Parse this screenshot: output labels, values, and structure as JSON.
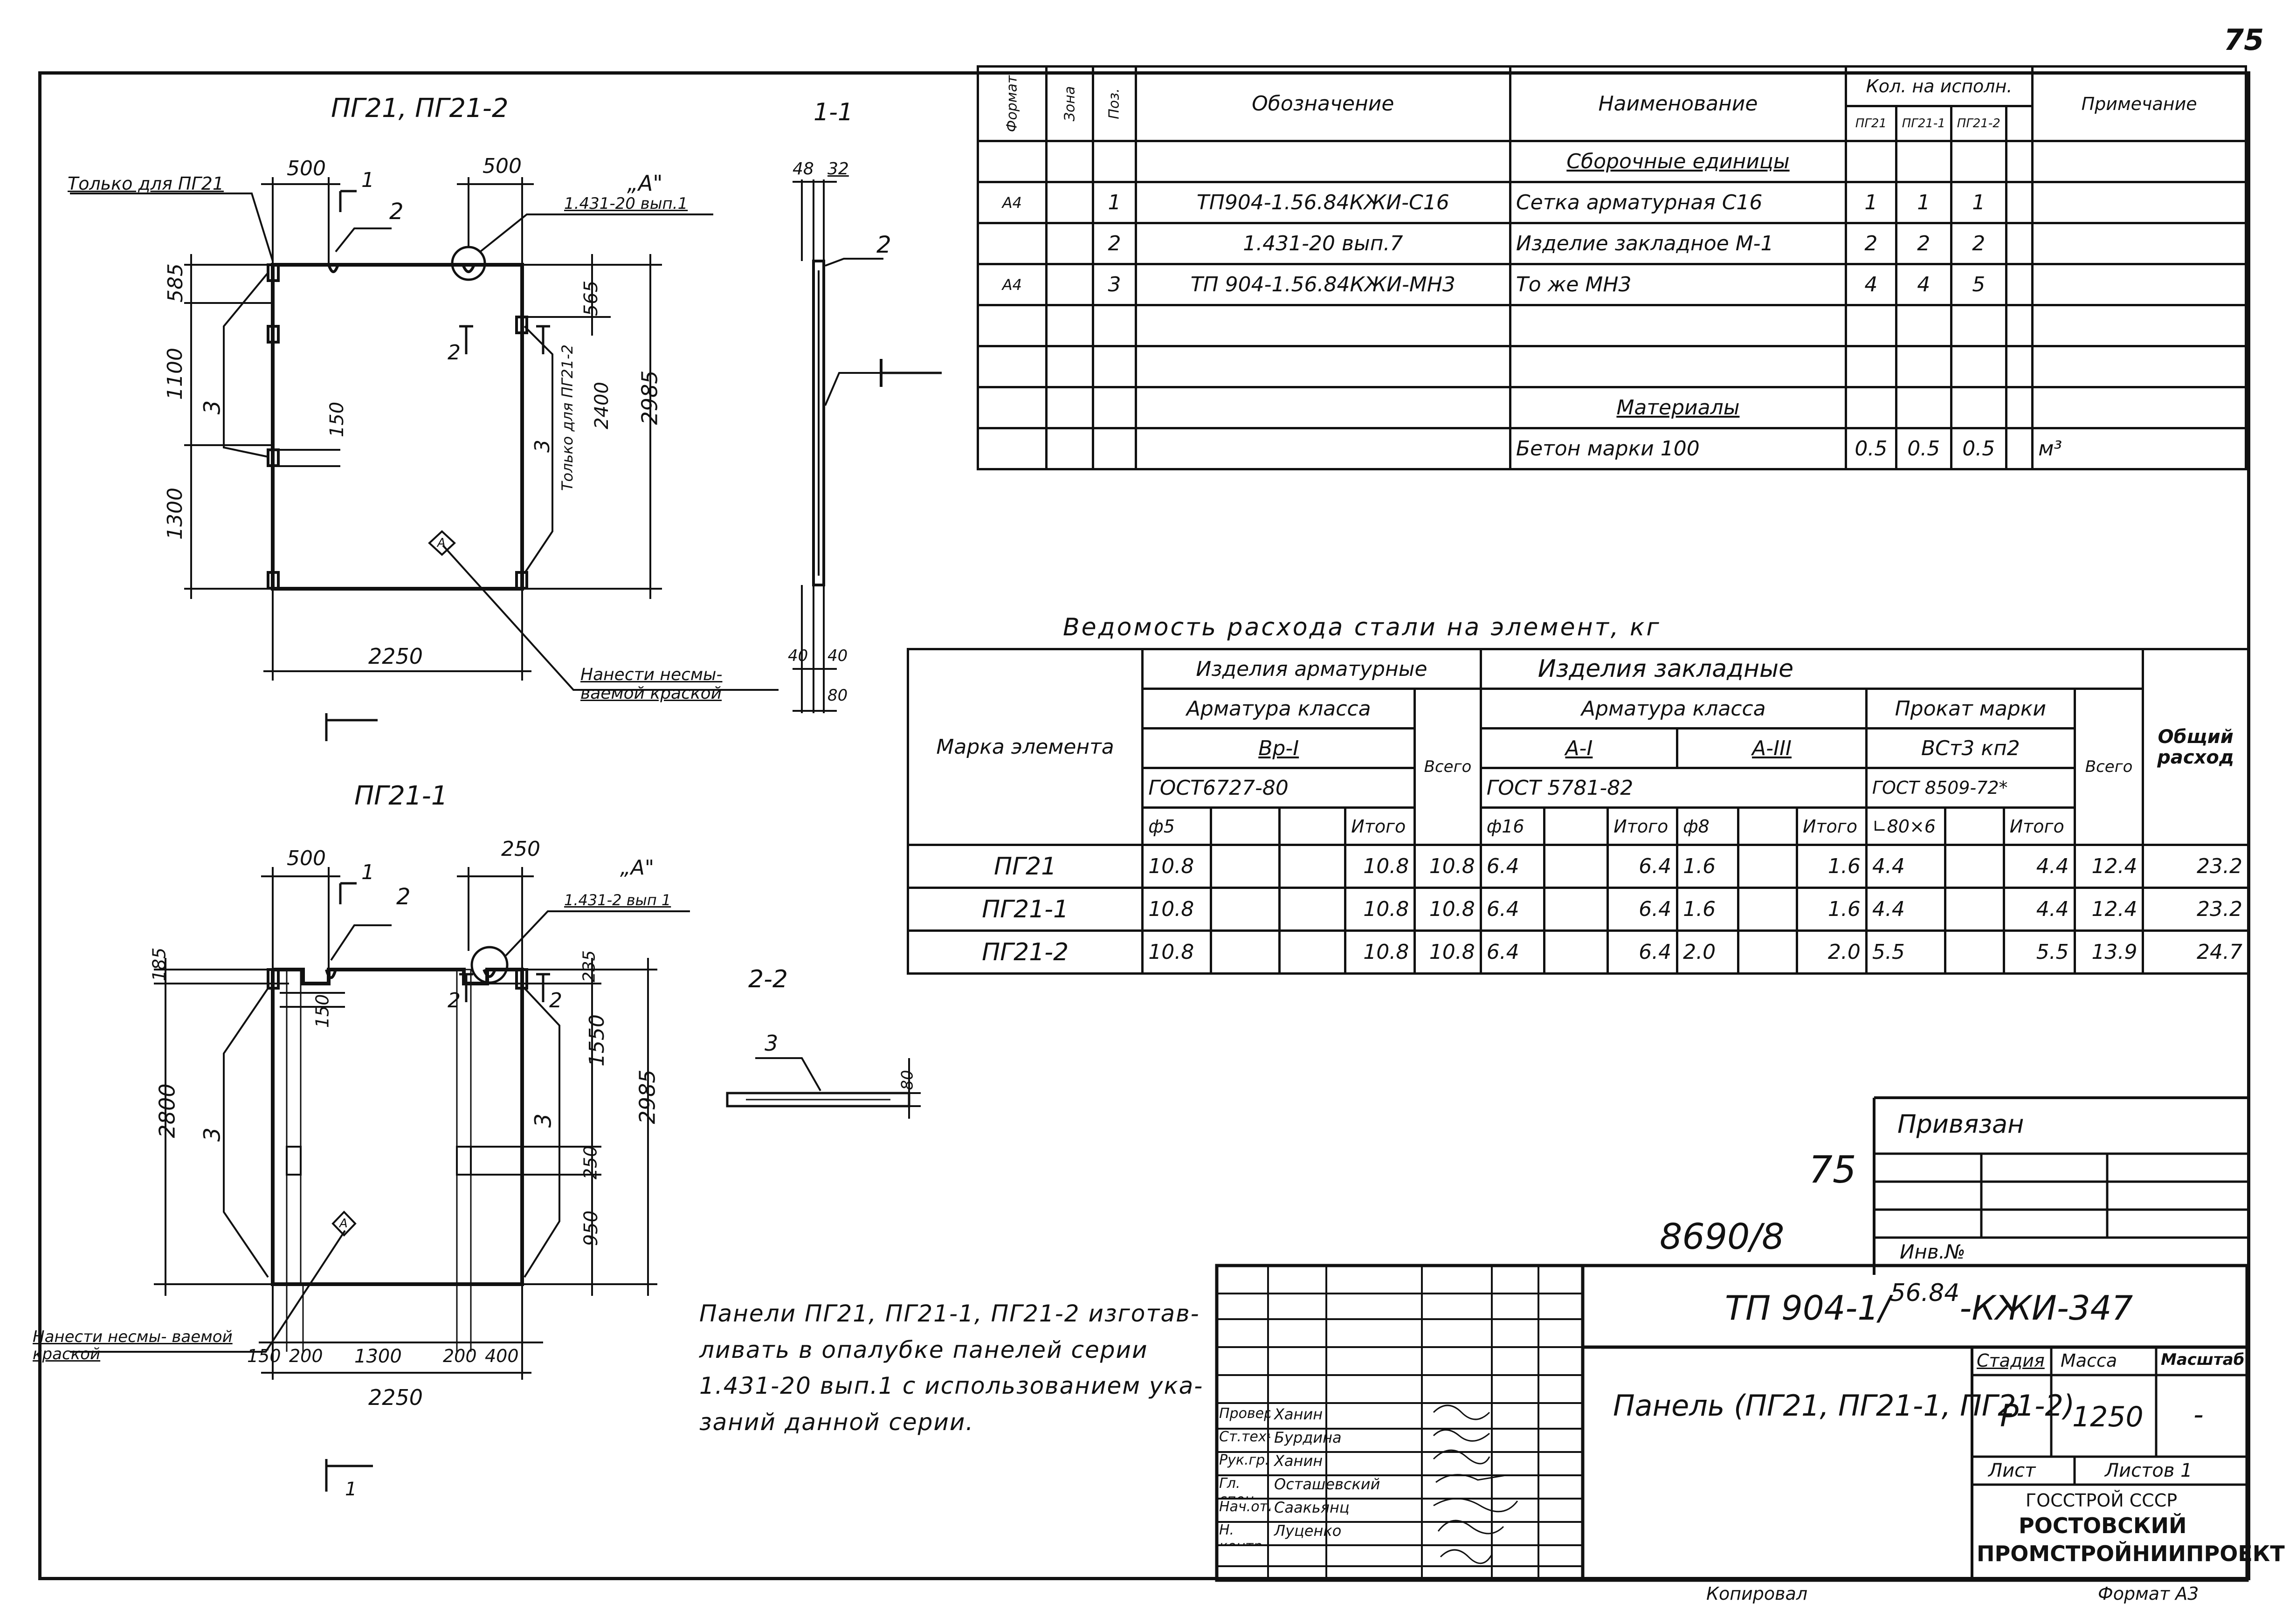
{
  "page_number": "75",
  "views": {
    "top_title": "ПГ21, ПГ21-2",
    "section_1_1": "1-1",
    "bottom_title": "ПГ21-1",
    "section_2_2": "2-2"
  },
  "callouts": {
    "only_pg21": "Только для ПГ21",
    "detail_a": "„А\"",
    "detail_a_ref_top": "1.431-20 вып.1",
    "detail_a_ref_bottom": "1.431-2 вып 1",
    "only_pg21_2": "Только для ПГ21-2",
    "apply_paint": "Нанести несмы- ваемой краской",
    "marker_a": "A"
  },
  "dims_top": {
    "w500_left": "500",
    "w500_right": "500",
    "h585_left": "585",
    "h585_right": "565",
    "h1100": "1100",
    "h1300": "1300",
    "d150": "150",
    "h2400": "2400",
    "h2985": "2985",
    "w2250": "2250",
    "pos1": "1",
    "pos2": "2",
    "pos3_left": "3",
    "pos3_right": "3",
    "cut2": "2"
  },
  "dims_section": {
    "d48": "48",
    "d32": "32",
    "d40a": "40",
    "d40b": "40",
    "d80": "80",
    "pos2": "2"
  },
  "dims_bottom": {
    "w500": "500",
    "w250": "250",
    "h185": "185",
    "h235": "235",
    "d150": "150",
    "h2800": "2800",
    "h1550": "1550",
    "h2985": "2985",
    "h250": "250",
    "h950": "950",
    "pos3_left": "3",
    "pos3_right": "3",
    "pos1": "1",
    "pos2": "2",
    "cut2a": "2",
    "cut2b": "2",
    "b150": "150",
    "b200a": "200",
    "b1300": "1300",
    "b200b": "200",
    "b400": "400",
    "w2250": "2250",
    "cut1": "1"
  },
  "dims_22": {
    "pos3": "3",
    "d80": "80"
  },
  "spec": {
    "headers": {
      "format": "Формат",
      "zone": "Зона",
      "pos": "Поз.",
      "designation": "Обозначение",
      "name": "Наименование",
      "qty": "Кол. на исполн.",
      "qty_cols": [
        "ПГ21",
        "ПГ21-1",
        "ПГ21-2"
      ],
      "note": "Примечание"
    },
    "rows": [
      {
        "format": "",
        "zone": "",
        "pos": "",
        "designation": "",
        "name": "Сборочные единицы",
        "q1": "",
        "q2": "",
        "q3": "",
        "note": ""
      },
      {
        "format": "А4",
        "zone": "",
        "pos": "1",
        "designation": "ТП904-1.56.84КЖИ-С16",
        "name": "Сетка арматурная С16",
        "q1": "1",
        "q2": "1",
        "q3": "1",
        "note": ""
      },
      {
        "format": "",
        "zone": "",
        "pos": "2",
        "designation": "1.431-20 вып.7",
        "name": "Изделие закладное М-1",
        "q1": "2",
        "q2": "2",
        "q3": "2",
        "note": ""
      },
      {
        "format": "А4",
        "zone": "",
        "pos": "3",
        "designation": "ТП 904-1.56.84КЖИ-МН3",
        "name": "То же МН3",
        "q1": "4",
        "q2": "4",
        "q3": "5",
        "note": ""
      },
      {
        "format": "",
        "zone": "",
        "pos": "",
        "designation": "",
        "name": "",
        "q1": "",
        "q2": "",
        "q3": "",
        "note": ""
      },
      {
        "format": "",
        "zone": "",
        "pos": "",
        "designation": "",
        "name": "",
        "q1": "",
        "q2": "",
        "q3": "",
        "note": ""
      },
      {
        "format": "",
        "zone": "",
        "pos": "",
        "designation": "",
        "name": "Материалы",
        "q1": "",
        "q2": "",
        "q3": "",
        "note": ""
      },
      {
        "format": "",
        "zone": "",
        "pos": "",
        "designation": "",
        "name": "Бетон марки 100",
        "q1": "0.5",
        "q2": "0.5",
        "q3": "0.5",
        "note": "м³"
      }
    ]
  },
  "steel": {
    "title": "Ведомость расхода стали на элемент, кг",
    "h_mark": "Марка элемента",
    "h_arm": "Изделия арматурные",
    "h_zakl": "Изделия закладные",
    "h_arm_class": "Арматура класса",
    "h_bp1": "Вр-I",
    "h_gost6727": "ГОСТ6727-80",
    "h_vsego": "Всего",
    "h_arm_class2": "Арматура класса",
    "h_a1": "А-I",
    "h_a3": "А-III",
    "h_gost5781": "ГОСТ 5781-82",
    "h_prokat": "Прокат марки",
    "h_vst3": "ВСт3 кп2",
    "h_gost8509": "ГОСТ 8509-72*",
    "h_vsego2": "Всего",
    "h_total": "Общий расход",
    "sub": [
      "ф5",
      "",
      "",
      "Итого",
      "ф16",
      "",
      "Итого",
      "ф8",
      "",
      "Итого",
      "∟80×6",
      "",
      "Итого"
    ],
    "rows": [
      {
        "mark": "ПГ21",
        "c": [
          "10.8",
          "",
          "",
          "10.8",
          "10.8",
          "6.4",
          "",
          "6.4",
          "1.6",
          "",
          "1.6",
          "4.4",
          "",
          "4.4",
          "12.4",
          "23.2"
        ]
      },
      {
        "mark": "ПГ21-1",
        "c": [
          "10.8",
          "",
          "",
          "10.8",
          "10.8",
          "6.4",
          "",
          "6.4",
          "1.6",
          "",
          "1.6",
          "4.4",
          "",
          "4.4",
          "12.4",
          "23.2"
        ]
      },
      {
        "mark": "ПГ21-2",
        "c": [
          "10.8",
          "",
          "",
          "10.8",
          "10.8",
          "6.4",
          "",
          "6.4",
          "2.0",
          "",
          "2.0",
          "5.5",
          "",
          "5.5",
          "13.9",
          "24.7"
        ]
      }
    ]
  },
  "note_text": [
    "Панели ПГ21, ПГ21-1, ПГ21-2 изготав-",
    "ливать в опалубке панелей серии",
    "1.431-20 вып.1 с использованием ука-",
    "заний данной серии."
  ],
  "privyazan": {
    "label": "Привязан",
    "number_75": "75",
    "inv_no": "Инв.№",
    "inv_num": "8690/8"
  },
  "title_block": {
    "code": "ТП 904-1/",
    "code_sup": "56.84",
    "code_tail": "-КЖИ-347",
    "name": "Панель (ПГ21, ПГ21-1, ПГ21-2)",
    "stage_label": "Стадия",
    "stage": "Р",
    "mass_label": "Масса",
    "mass": "1250",
    "scale_label": "Масштаб",
    "scale": "-",
    "sheet_label": "Лист",
    "sheets_label": "Листов 1",
    "org1": "ГОССТРОЙ СССР",
    "org2": "РОСТОВСКИЙ",
    "org3": "ПРОМСТРОЙНИИПРОЕКТ",
    "people": [
      {
        "role": "Проверил",
        "name": "Ханин"
      },
      {
        "role": "Ст.техник",
        "name": "Бурдина"
      },
      {
        "role": "Рук.гр.",
        "name": "Ханин"
      },
      {
        "role": "Гл. спец.",
        "name": "Осташевский"
      },
      {
        "role": "Нач.отд.",
        "name": "Саакьянц"
      },
      {
        "role": "Н. контр.",
        "name": "Луценко"
      }
    ]
  },
  "footer": {
    "copied": "Копировал",
    "format": "Формат А3"
  }
}
